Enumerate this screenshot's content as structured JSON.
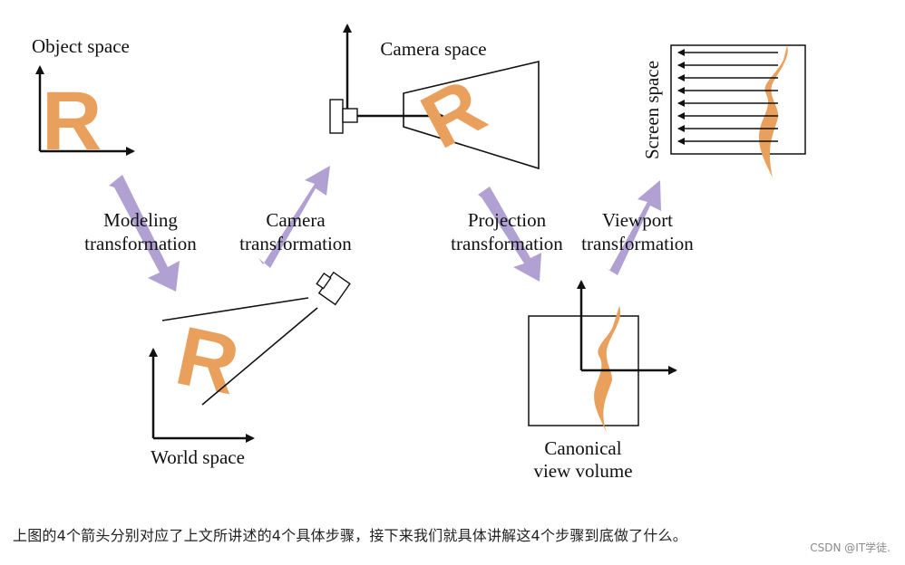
{
  "diagram": {
    "object_space": "Object space",
    "camera_space": "Camera space",
    "screen_space": "Screen space",
    "world_space": "World space",
    "canonical_line1": "Canonical",
    "canonical_line2": "view volume",
    "modeling_line1": "Modeling",
    "modeling_line2": "transformation",
    "camera_line1": "Camera",
    "camera_line2": "transformation",
    "projection_line1": "Projection",
    "projection_line2": "transformation",
    "viewport_line1": "Viewport",
    "viewport_line2": "transformation",
    "letter": "R",
    "colors": {
      "letter": "#E8A05C",
      "arrow": "#B0A1D2",
      "line": "#111111"
    }
  },
  "caption": "上图的4个箭头分别对应了上文所讲述的4个具体步骤，接下来我们就具体讲解这4个步骤到底做了什么。",
  "watermark": "CSDN @IT学徒."
}
